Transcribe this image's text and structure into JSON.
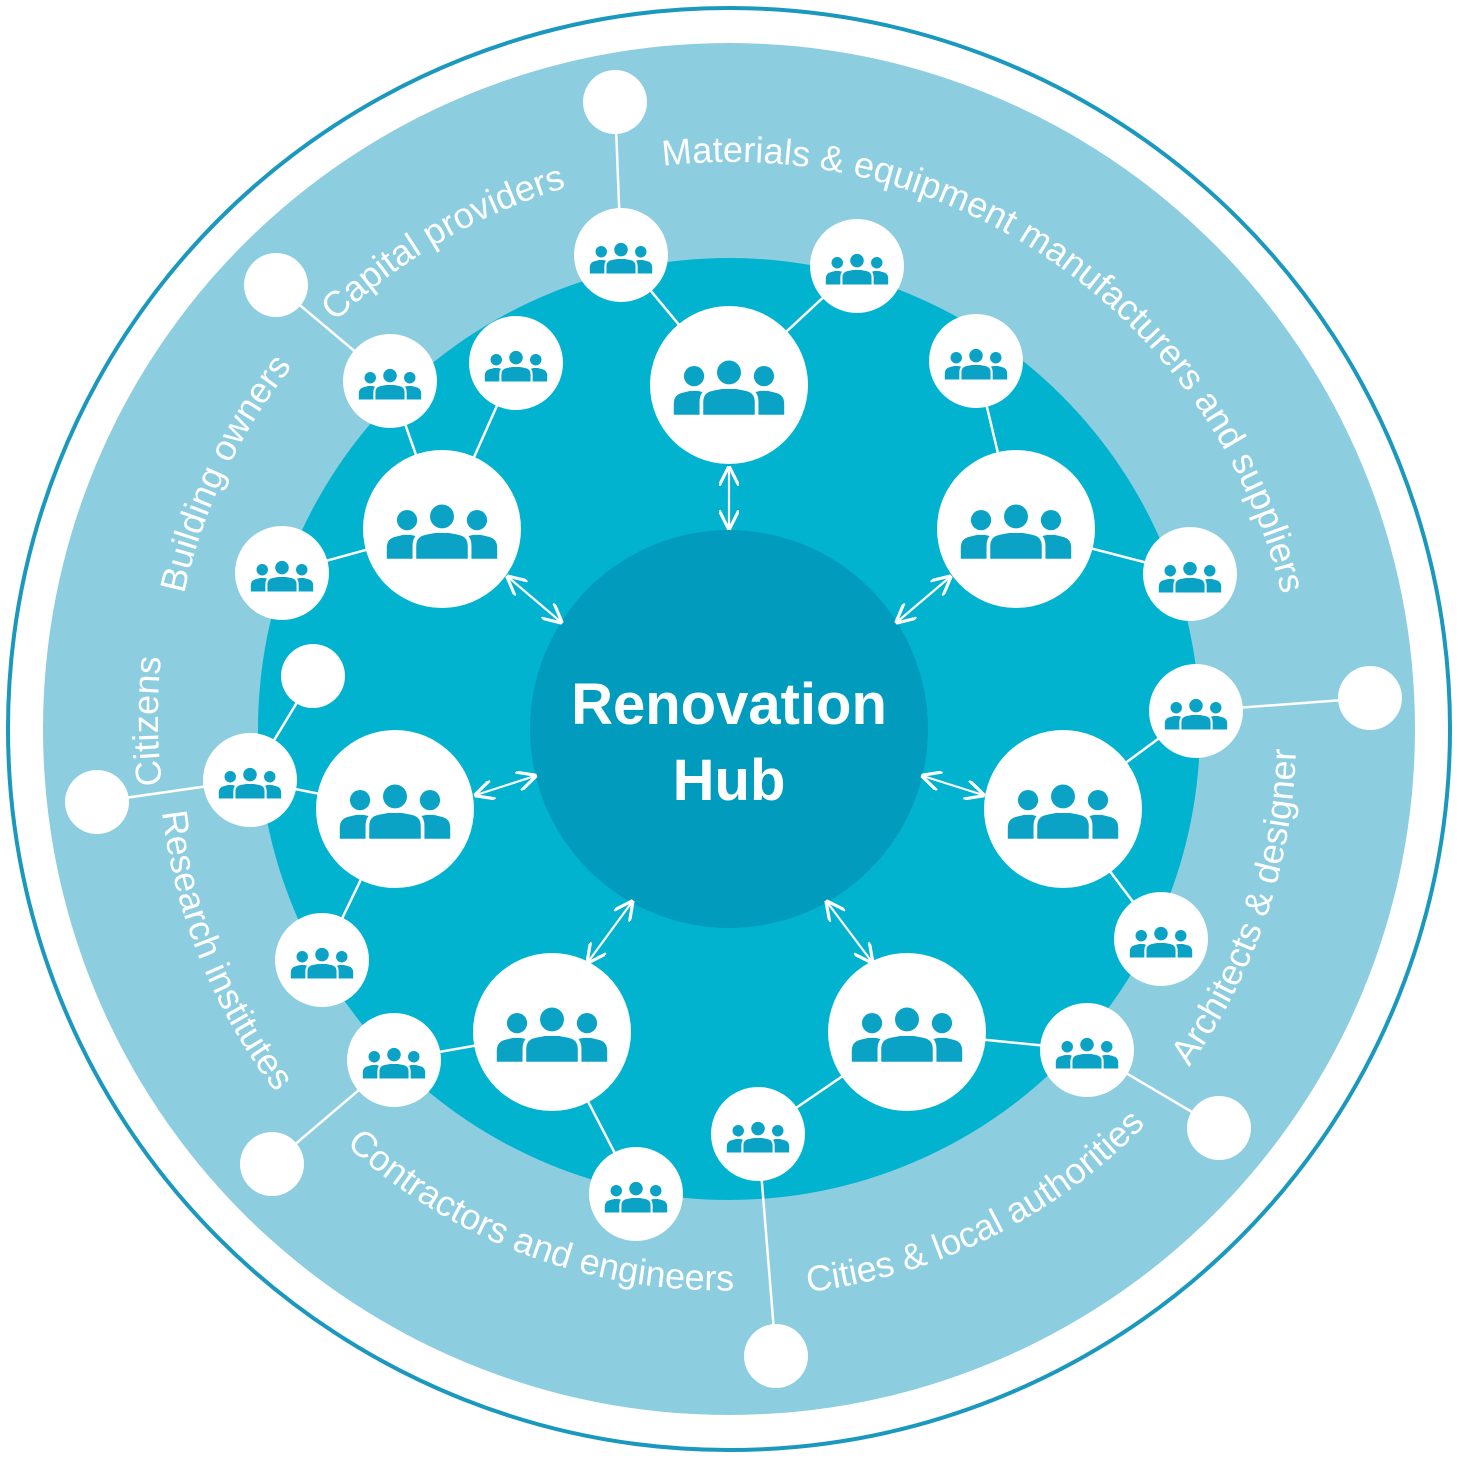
{
  "hub": {
    "title_line1": "Renovation",
    "title_line2": "Hub"
  },
  "stakeholders": [
    "Capital providers",
    "Materials & equipment manufacturers and suppliers",
    "Building owners",
    "Citizens",
    "Research institutes",
    "Contractors and engineers",
    "Cities & local authorities",
    "Architects & designer"
  ],
  "colors": {
    "outer_ring": "#8dcde0",
    "outer_border": "#1a98bd",
    "inner_disc": "#02b3d0",
    "hub": "#009bbd",
    "node": "#ffffff",
    "icon": "#0aa3c6"
  },
  "icons": {
    "node_icon": "people-group-icon",
    "connector": "double-arrow-icon"
  }
}
